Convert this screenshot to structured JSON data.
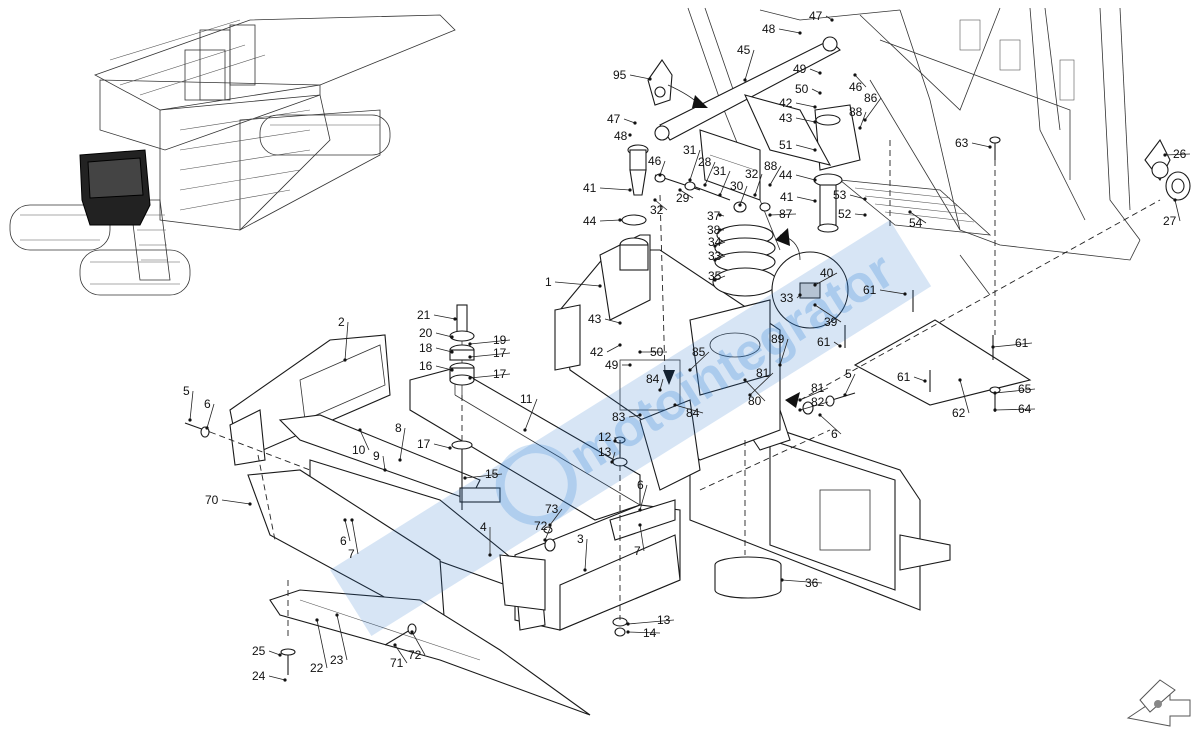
{
  "diagram": {
    "callouts": [
      {
        "id": "c1",
        "text": "1"
      },
      {
        "id": "c2",
        "text": "2"
      },
      {
        "id": "c3",
        "text": "3"
      },
      {
        "id": "c4",
        "text": "4"
      },
      {
        "id": "c5a",
        "text": "5"
      },
      {
        "id": "c5b",
        "text": "5"
      },
      {
        "id": "c6a",
        "text": "6"
      },
      {
        "id": "c6b",
        "text": "6"
      },
      {
        "id": "c6c",
        "text": "6"
      },
      {
        "id": "c6d",
        "text": "6"
      },
      {
        "id": "c7a",
        "text": "7"
      },
      {
        "id": "c7b",
        "text": "7"
      },
      {
        "id": "c8",
        "text": "8"
      },
      {
        "id": "c9",
        "text": "9"
      },
      {
        "id": "c10",
        "text": "10"
      },
      {
        "id": "c11",
        "text": "11"
      },
      {
        "id": "c12",
        "text": "12"
      },
      {
        "id": "c13a",
        "text": "13"
      },
      {
        "id": "c13b",
        "text": "13"
      },
      {
        "id": "c14",
        "text": "14"
      },
      {
        "id": "c15",
        "text": "15"
      },
      {
        "id": "c16",
        "text": "16"
      },
      {
        "id": "c17a",
        "text": "17"
      },
      {
        "id": "c17b",
        "text": "17"
      },
      {
        "id": "c17c",
        "text": "17"
      },
      {
        "id": "c18",
        "text": "18"
      },
      {
        "id": "c19",
        "text": "19"
      },
      {
        "id": "c20",
        "text": "20"
      },
      {
        "id": "c21",
        "text": "21"
      },
      {
        "id": "c22",
        "text": "22"
      },
      {
        "id": "c23",
        "text": "23"
      },
      {
        "id": "c24",
        "text": "24"
      },
      {
        "id": "c25",
        "text": "25"
      },
      {
        "id": "c26",
        "text": "26"
      },
      {
        "id": "c27",
        "text": "27"
      },
      {
        "id": "c28",
        "text": "28"
      },
      {
        "id": "c29",
        "text": "29"
      },
      {
        "id": "c30",
        "text": "30"
      },
      {
        "id": "c31a",
        "text": "31"
      },
      {
        "id": "c31b",
        "text": "31"
      },
      {
        "id": "c32a",
        "text": "32"
      },
      {
        "id": "c32b",
        "text": "32"
      },
      {
        "id": "c33a",
        "text": "33"
      },
      {
        "id": "c33b",
        "text": "33"
      },
      {
        "id": "c34",
        "text": "34"
      },
      {
        "id": "c35",
        "text": "35"
      },
      {
        "id": "c36",
        "text": "36"
      },
      {
        "id": "c37",
        "text": "37"
      },
      {
        "id": "c38",
        "text": "38"
      },
      {
        "id": "c39",
        "text": "39"
      },
      {
        "id": "c40",
        "text": "40"
      },
      {
        "id": "c41a",
        "text": "41"
      },
      {
        "id": "c41b",
        "text": "41"
      },
      {
        "id": "c42a",
        "text": "42"
      },
      {
        "id": "c42b",
        "text": "42"
      },
      {
        "id": "c43a",
        "text": "43"
      },
      {
        "id": "c43b",
        "text": "43"
      },
      {
        "id": "c44a",
        "text": "44"
      },
      {
        "id": "c44b",
        "text": "44"
      },
      {
        "id": "c45",
        "text": "45"
      },
      {
        "id": "c46a",
        "text": "46"
      },
      {
        "id": "c46b",
        "text": "46"
      },
      {
        "id": "c47a",
        "text": "47"
      },
      {
        "id": "c47b",
        "text": "47"
      },
      {
        "id": "c48a",
        "text": "48"
      },
      {
        "id": "c48b",
        "text": "48"
      },
      {
        "id": "c49a",
        "text": "49"
      },
      {
        "id": "c49b",
        "text": "49"
      },
      {
        "id": "c50a",
        "text": "50"
      },
      {
        "id": "c50b",
        "text": "50"
      },
      {
        "id": "c51",
        "text": "51"
      },
      {
        "id": "c52",
        "text": "52"
      },
      {
        "id": "c53",
        "text": "53"
      },
      {
        "id": "c54",
        "text": "54"
      },
      {
        "id": "c61a",
        "text": "61"
      },
      {
        "id": "c61b",
        "text": "61"
      },
      {
        "id": "c61c",
        "text": "61"
      },
      {
        "id": "c61d",
        "text": "61"
      },
      {
        "id": "c62",
        "text": "62"
      },
      {
        "id": "c63",
        "text": "63"
      },
      {
        "id": "c64",
        "text": "64"
      },
      {
        "id": "c65",
        "text": "65"
      },
      {
        "id": "c70",
        "text": "70"
      },
      {
        "id": "c71",
        "text": "71"
      },
      {
        "id": "c72a",
        "text": "72"
      },
      {
        "id": "c72b",
        "text": "72"
      },
      {
        "id": "c73",
        "text": "73"
      },
      {
        "id": "c80",
        "text": "80"
      },
      {
        "id": "c81a",
        "text": "81"
      },
      {
        "id": "c81b",
        "text": "81"
      },
      {
        "id": "c82",
        "text": "82"
      },
      {
        "id": "c83",
        "text": "83"
      },
      {
        "id": "c84a",
        "text": "84"
      },
      {
        "id": "c84b",
        "text": "84"
      },
      {
        "id": "c85",
        "text": "85"
      },
      {
        "id": "c86",
        "text": "86"
      },
      {
        "id": "c87",
        "text": "87"
      },
      {
        "id": "c88a",
        "text": "88"
      },
      {
        "id": "c88b",
        "text": "88"
      },
      {
        "id": "c89",
        "text": "89"
      },
      {
        "id": "c95",
        "text": "95"
      }
    ],
    "watermark": "motointegrator",
    "colors": {
      "line": "#1a1a1a",
      "highlight": "#1a1a1a",
      "watermark": "#2a7fd6"
    }
  }
}
